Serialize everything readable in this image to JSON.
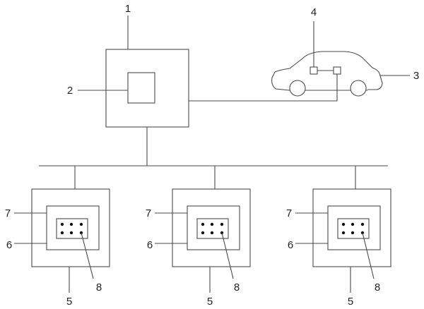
{
  "labels": {
    "server": "1",
    "server_module": "2",
    "vehicle": "3",
    "vehicle_unit": "4",
    "station_left": "5",
    "station_center": "5",
    "station_right": "5",
    "inner_unit_left": "6",
    "inner_unit_center": "6",
    "inner_unit_right": "6",
    "middle_frame_left": "7",
    "middle_frame_center": "7",
    "middle_frame_right": "7",
    "dot_panel_left": "8",
    "dot_panel_center": "8",
    "dot_panel_right": "8"
  },
  "colors": {
    "line": "#4a4a4a",
    "text": "#222222",
    "dots": "#111111"
  }
}
